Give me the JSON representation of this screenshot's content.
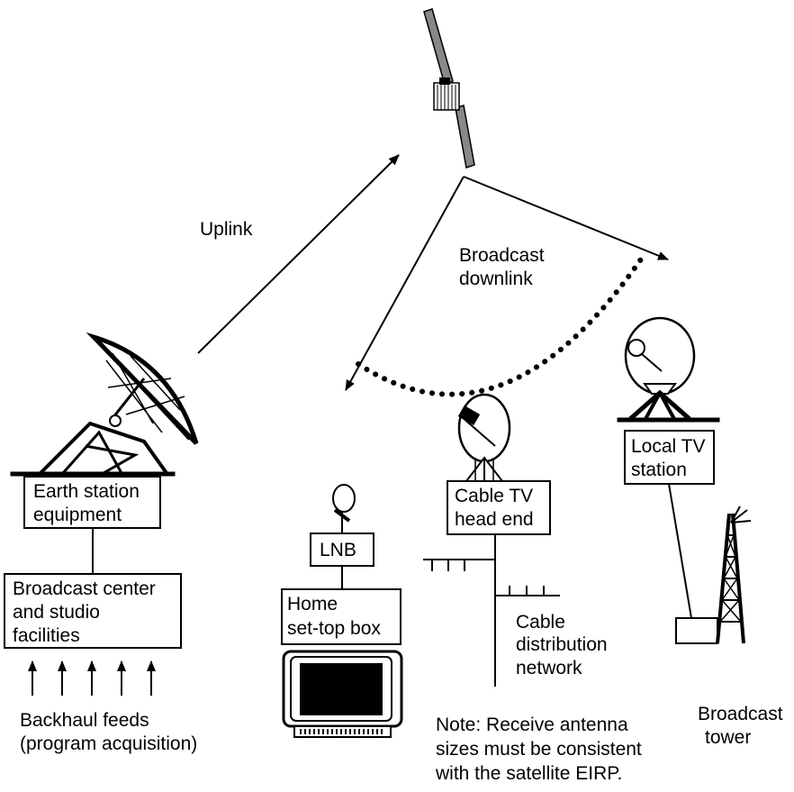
{
  "labels": {
    "uplink": "Uplink",
    "downlink_line1": "Broadcast",
    "downlink_line2": "downlink",
    "earth_station_line1": "Earth station",
    "earth_station_line2": "equipment",
    "broadcast_center_line1": "Broadcast center",
    "broadcast_center_line2": "and studio",
    "broadcast_center_line3": "facilities",
    "backhaul_line1": "Backhaul feeds",
    "backhaul_line2": "(program acquisition)",
    "lnb": "LNB",
    "settop_line1": "Home",
    "settop_line2": "set-top box",
    "cable_headend_line1": "Cable TV",
    "cable_headend_line2": "head end",
    "cable_network_line1": "Cable",
    "cable_network_line2": "distribution",
    "cable_network_line3": "network",
    "local_tv_line1": "Local TV",
    "local_tv_line2": "station",
    "tower_line1": "Broadcast",
    "tower_line2": "tower",
    "note_line1": "Note: Receive antenna",
    "note_line2": "sizes must be consistent",
    "note_line3": "with the satellite EIRP."
  },
  "icons": {
    "satellite": "satellite-icon",
    "uplink_dish": "earth-station-dish-icon",
    "cable_dish": "cable-headend-dish-icon",
    "local_dish": "local-tv-dish-icon",
    "home_dish": "home-dish-icon",
    "television": "television-icon",
    "tower": "broadcast-tower-icon"
  }
}
